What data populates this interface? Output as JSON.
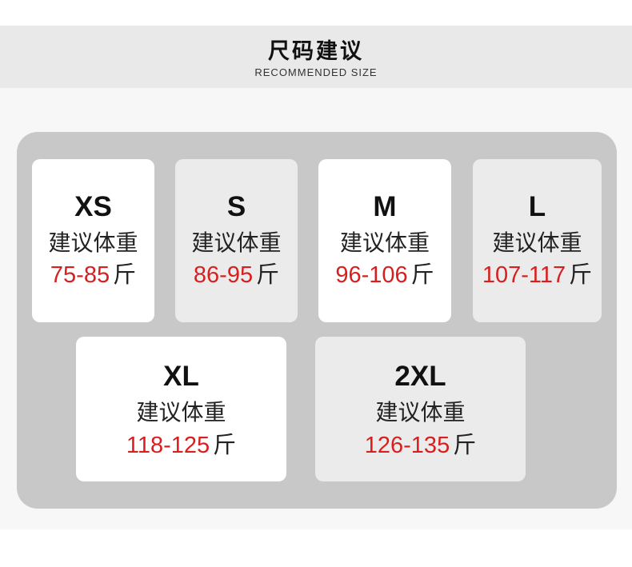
{
  "header": {
    "title": "尺码建议",
    "subtitle": "RECOMMENDED SIZE"
  },
  "colors": {
    "range_value": "#d81f1f",
    "panel_bg": "#c8c8c8",
    "card_white": "#ffffff",
    "card_grey": "#ebebeb"
  },
  "sizes": [
    {
      "size": "XS",
      "label": "建议体重",
      "range": "75-85",
      "unit": "斤"
    },
    {
      "size": "S",
      "label": "建议体重",
      "range": "86-95",
      "unit": "斤"
    },
    {
      "size": "M",
      "label": "建议体重",
      "range": "96-106",
      "unit": "斤"
    },
    {
      "size": "L",
      "label": "建议体重",
      "range": "107-117",
      "unit": "斤"
    },
    {
      "size": "XL",
      "label": "建议体重",
      "range": "118-125",
      "unit": "斤"
    },
    {
      "size": "2XL",
      "label": "建议体重",
      "range": "126-135",
      "unit": "斤"
    }
  ]
}
